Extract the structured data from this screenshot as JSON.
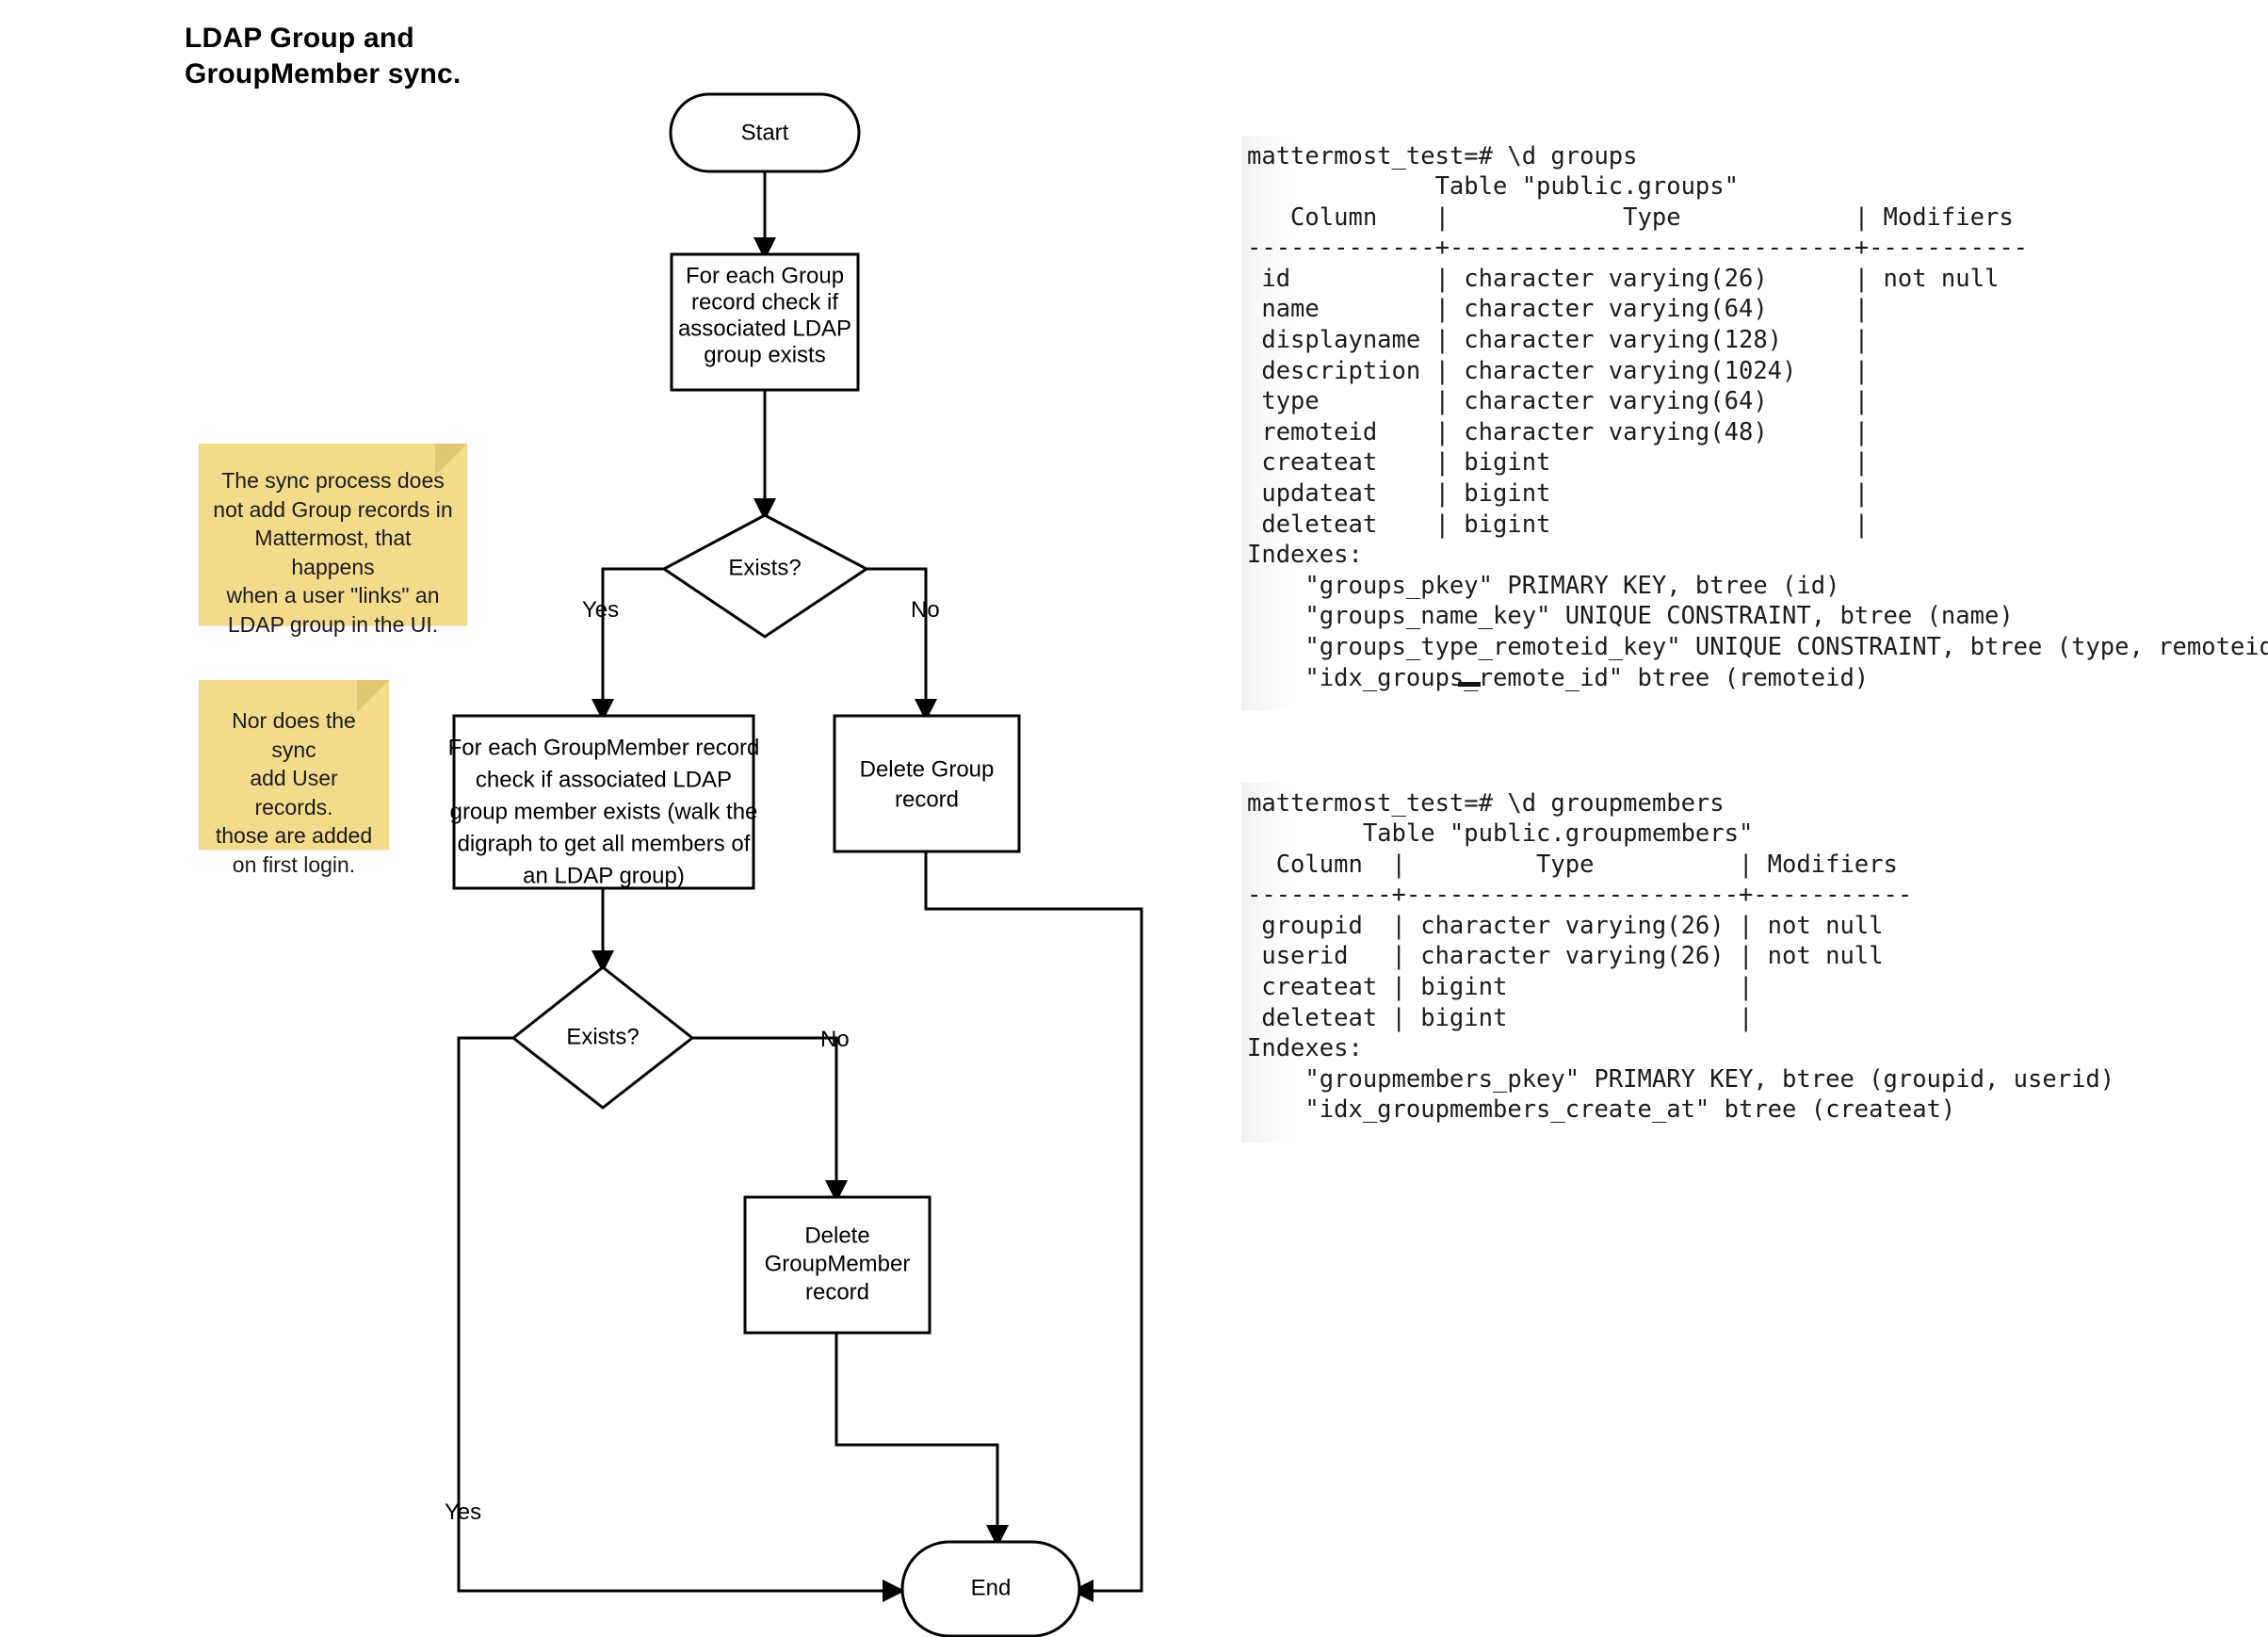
{
  "title": "LDAP Group and\nGroupMember sync.",
  "flowchart": {
    "nodes": {
      "start": "Start",
      "for_each_group": "For each Group\nrecord check if\nassociated LDAP\ngroup exists",
      "exists_1": "Exists?",
      "for_each_groupmember": "For each GroupMember record\ncheck if associated LDAP\ngroup member exists (walk the\ndigraph to get all members of\nan LDAP group)",
      "delete_group": "Delete Group\nrecord",
      "exists_2": "Exists?",
      "delete_groupmember": "Delete\nGroupMember\nrecord",
      "end": "End"
    },
    "edge_labels": {
      "exists1_yes": "Yes",
      "exists1_no": "No",
      "exists2_yes": "Yes",
      "exists2_no": "No"
    }
  },
  "notes": [
    {
      "id": "note-1",
      "text": "The sync process does\nnot add Group records in\nMattermost, that happens\nwhen a user \"links\" an\nLDAP group in the UI."
    },
    {
      "id": "note-2",
      "text": "Nor does the sync\nadd User records.\nthose are added\non first login."
    }
  ],
  "terminals": {
    "groups": "mattermost_test=# \\d groups\n             Table \"public.groups\"\n   Column    |            Type            | Modifiers\n-------------+----------------------------+-----------\n id          | character varying(26)      | not null\n name        | character varying(64)      |\n displayname | character varying(128)     |\n description | character varying(1024)    |\n type        | character varying(64)      |\n remoteid    | character varying(48)      |\n createat    | bigint                     |\n updateat    | bigint                     |\n deleteat    | bigint                     |\nIndexes:\n    \"groups_pkey\" PRIMARY KEY, btree (id)\n    \"groups_name_key\" UNIQUE CONSTRAINT, btree (name)\n    \"groups_type_remoteid_key\" UNIQUE CONSTRAINT, btree (type, remoteid)\n    \"idx_groups_remote_id\" btree (remoteid)",
    "groupmembers": "mattermost_test=# \\d groupmembers\n        Table \"public.groupmembers\"\n  Column  |         Type          | Modifiers\n----------+-----------------------+-----------\n groupid  | character varying(26) | not null\n userid   | character varying(26) | not null\n createat | bigint                |\n deleteat | bigint                |\nIndexes:\n    \"groupmembers_pkey\" PRIMARY KEY, btree (groupid, userid)\n    \"idx_groupmembers_create_at\" btree (createat)"
  },
  "colors": {
    "note_bg": "#F2DC8C",
    "note_fold": "#E0C873",
    "stroke": "#000000",
    "shape_fill": "#FFFFFF"
  }
}
